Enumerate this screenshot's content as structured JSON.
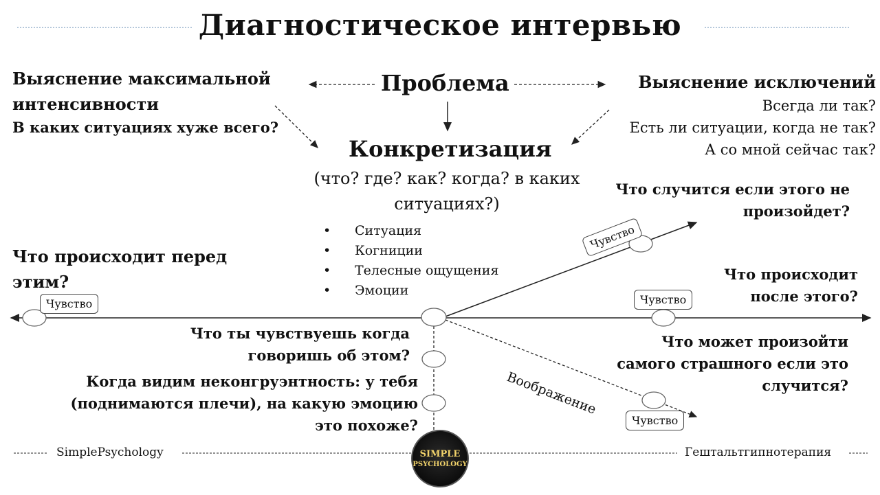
{
  "title": "Диагностическое интервью",
  "problem": "Проблема",
  "max_intensity": {
    "heading_line1": "Выяснение максимальной",
    "heading_line2": "интенсивности",
    "question": "В каких ситуациях хуже всего?"
  },
  "exceptions": {
    "heading": "Выяснение исключений",
    "questions": [
      "Всегда ли так?",
      "Есть ли ситуации, когда не так?",
      "А со мной сейчас так?"
    ]
  },
  "concretization": {
    "heading": "Конкретизация",
    "sub_line1": "(что? где? как? когда? в каких",
    "sub_line2": "ситуациях?)",
    "bullets": [
      "Ситуация",
      "Когниции",
      "Телесные ощущения",
      "Эмоции"
    ]
  },
  "before": {
    "line1": "Что происходит перед",
    "line2": "этим?"
  },
  "if_not": {
    "line1": "Что случится если этого не",
    "line2": "произойдет?"
  },
  "after": {
    "line1": "Что происходит",
    "line2": "после этого?"
  },
  "worst": {
    "line1": "Что может произойти",
    "line2": "самого страшного если это",
    "line3": "случится?"
  },
  "feel_now": {
    "line1": "Что ты чувствуешь когда",
    "line2": "говоришь об этом?"
  },
  "incongruence": {
    "line1": "Когда видим неконгруэнтность: у тебя",
    "line2": "(поднимаются плечи), на какую эмоцию",
    "line3": "это похоже?"
  },
  "tags": {
    "feeling": "Чувство",
    "imagination": "Воображение"
  },
  "footer": {
    "left": "SimplePsychology",
    "right": "Гештальтгипнотерапия",
    "logo_line1": "SIMPLE",
    "logo_line2": "PSYCHOLOGY"
  },
  "colors": {
    "text": "#111111",
    "line": "#222222",
    "logo_text": "#f2d36b"
  }
}
